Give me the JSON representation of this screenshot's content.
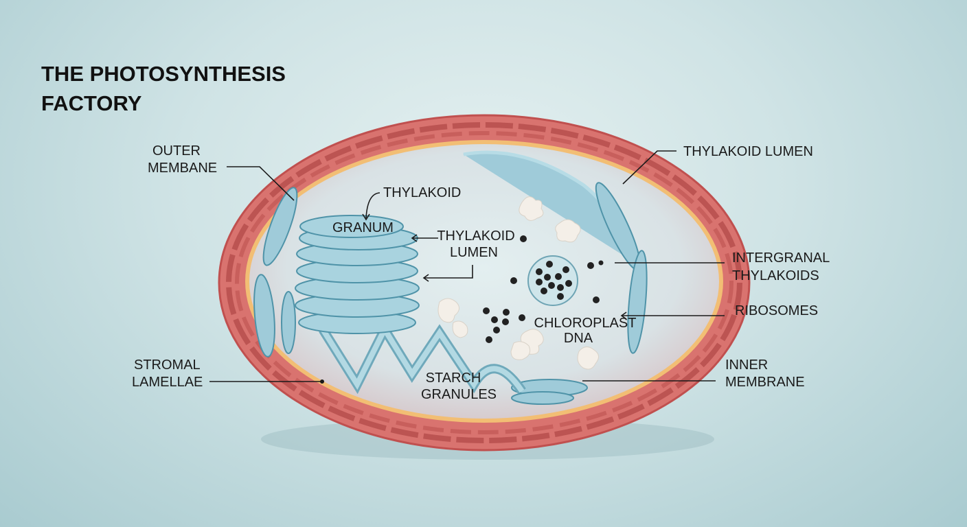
{
  "title": {
    "line1": "THE PHOTOSYNTHESIS",
    "line2": "FACTORY"
  },
  "labels": {
    "outer_membrane": [
      "OUTER",
      "MEMBANE"
    ],
    "thylakoid": "THYLAKOID",
    "granum": "GRANUM",
    "thylakoid_lumen_center": [
      "THYLAKOID",
      "LUMEN"
    ],
    "thylakoid_lumen_right": "THYLAKOID LUMEN",
    "intergranal_thylakoids": [
      "INTERGRANAL",
      "THYLAKOIDS"
    ],
    "ribosomes": "RIBOSOMES",
    "chloroplast_dna": [
      "CHLOROPLAST",
      "DNA"
    ],
    "starch_granules": [
      "STARCH",
      "GRANULES"
    ],
    "inner_membrane": [
      "INNER",
      "MEMBRANE"
    ],
    "stromal_lamellae": [
      "STROMAL",
      "LAMELLAE"
    ]
  },
  "colors": {
    "outer_membrane": "#d9736f",
    "inner_membrane": "#f0b86a",
    "stroma": "#dfe9ea",
    "thylakoid": "#a9d3df"
  }
}
